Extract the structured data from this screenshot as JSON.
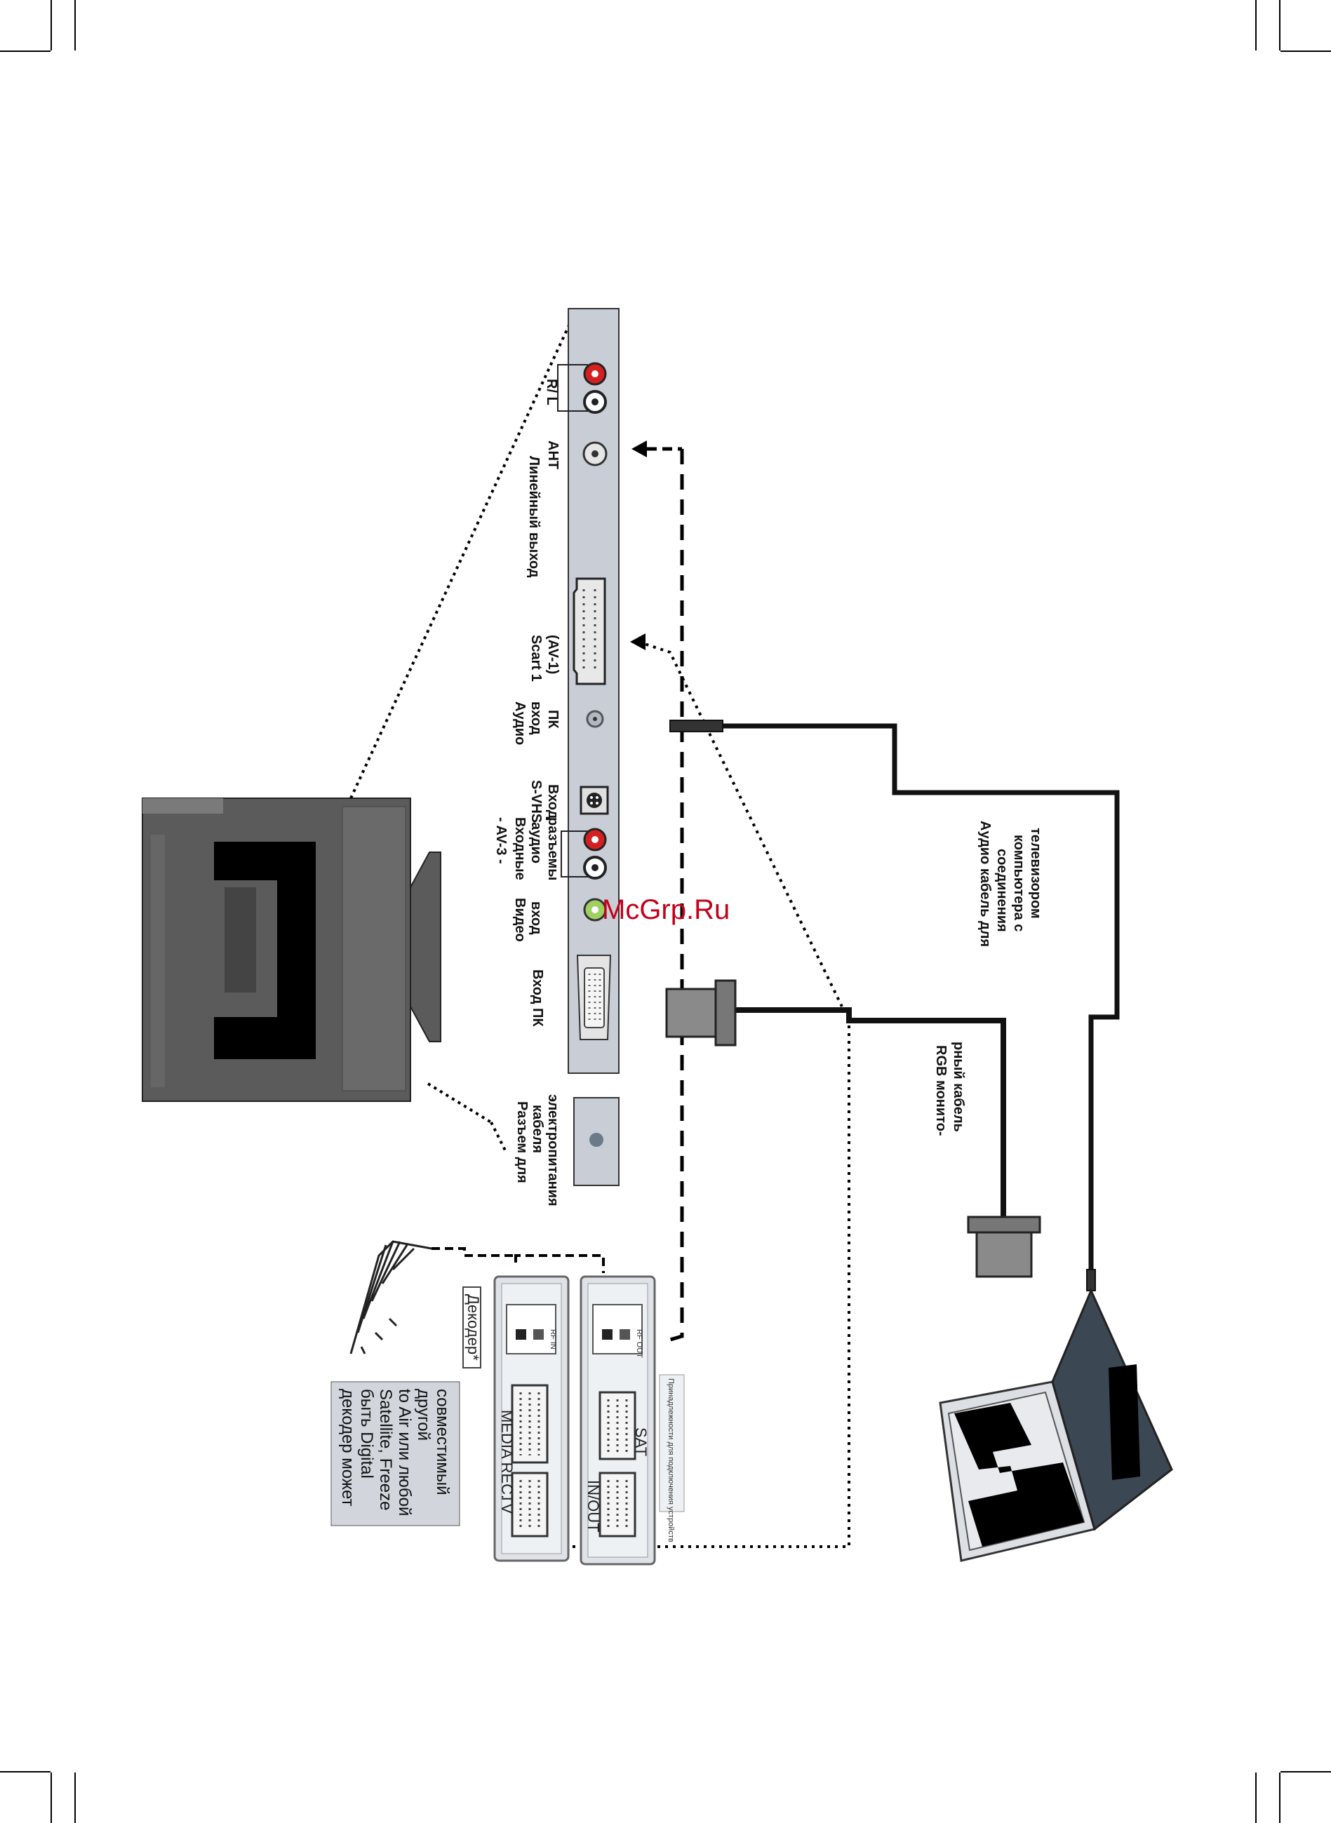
{
  "panel_labels": {
    "line_out": "Линейный выход",
    "line_out_rl": "R/ L",
    "ant": "АНТ",
    "scart1": [
      "Scart 1",
      "(AV-1)"
    ],
    "pc_audio_in": [
      "Аудио",
      "вход",
      "ПК"
    ],
    "svhs_in": [
      "S-VHS",
      "Вход"
    ],
    "audio_in": [
      "Входные",
      "аудио",
      "разъемы"
    ],
    "av3": "- AV-3 -",
    "video_in": [
      "Видео",
      "вход"
    ],
    "pc_in": "Вход ПК",
    "power": [
      "Разъем для",
      "кабеля",
      "электропитания"
    ]
  },
  "cable_labels": {
    "audio_cable": [
      "Аудио кабель для",
      "соединения",
      "компьютера с",
      "телевизором"
    ],
    "rgb_cable": [
      "RGB монито-",
      "рный кабель"
    ]
  },
  "device_labels": {
    "decoder_tag": "Декодер*",
    "media_rec": "MEDIA REC.",
    "tv": "TV",
    "sat": "SAT",
    "inout": "IN/OUT",
    "rf_in": "RF IN",
    "rf_out": "RF OUT",
    "small_print": "Принадлежности для подключения устройств"
  },
  "note": [
    "декодер может",
    "быть Digital",
    "Satellite, Freeze",
    "to Air или любой",
    "другой",
    "совместимый"
  ],
  "watermark": "McGrp.Ru",
  "colors": {
    "panel": "#c8cdd6",
    "panel_border": "#333333",
    "tv_body": "#5b5b5b",
    "rca_red": "#d42020",
    "rca_green": "#a0d060",
    "jack_gray": "#b0b8c4",
    "cable": "#111111",
    "laptop_screen": "#3b4752",
    "watermark": "#c4001a"
  }
}
